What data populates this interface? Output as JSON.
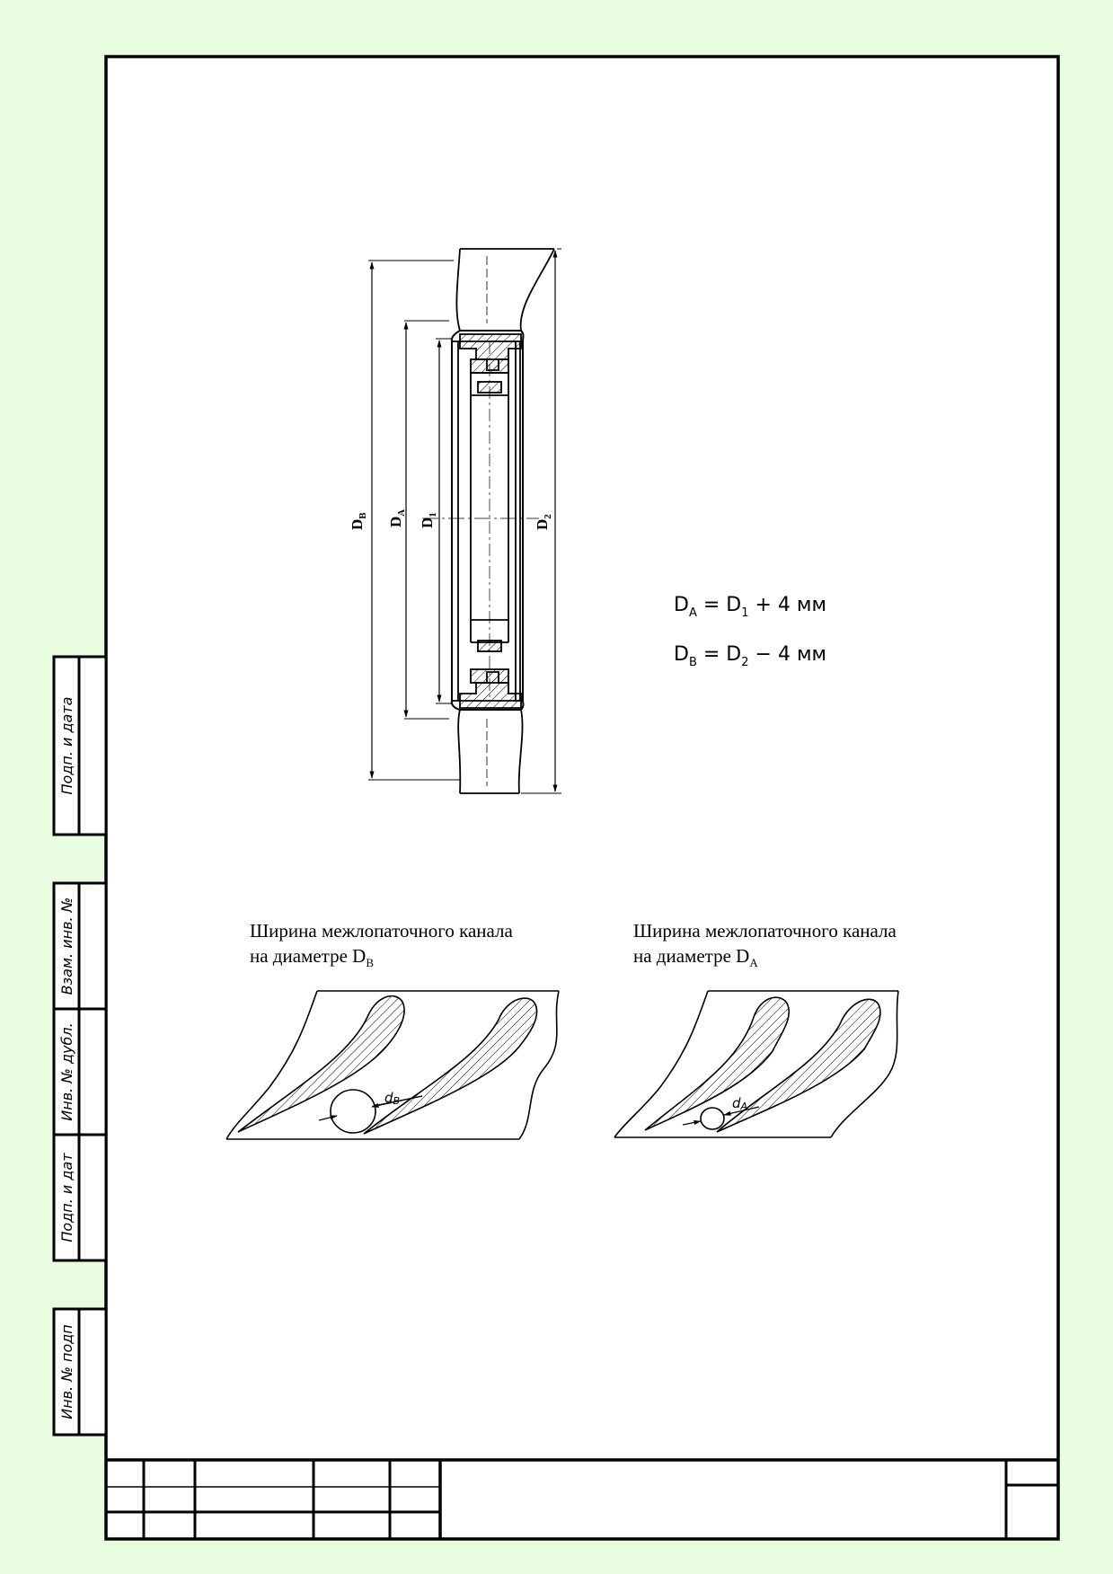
{
  "colors": {
    "background": "#e8fde0",
    "sheet": "#ffffff",
    "ink": "#000000"
  },
  "side_stamp": {
    "cells": [
      "Подп. и дата",
      "Взам. инв. №",
      "Инв. № дубл.",
      "Подп. и дат",
      "Инв. № подп"
    ]
  },
  "drawing": {
    "dims": {
      "db": "D",
      "db_sub": "В",
      "da": "D",
      "da_sub": "А",
      "d1": "D",
      "d1_sub": "1",
      "d2": "D",
      "d2_sub": "2"
    },
    "formula_a": {
      "lhs": "D",
      "lhs_sub": "А",
      "eq": " = D",
      "rhs_sub": "1",
      "tail": " + 4 мм"
    },
    "formula_b": {
      "lhs": "D",
      "lhs_sub": "В",
      "eq": " = D",
      "rhs_sub": "2",
      "tail": "  − 4 мм"
    }
  },
  "cascades": [
    {
      "line1": "Ширина межлопаточного канала",
      "line2": "на диаметре D",
      "sub": "В",
      "dim_label": "dB"
    },
    {
      "line1": "Ширина межлопаточного канала",
      "line2": "на диаметре  D",
      "sub": "А",
      "dim_label": "dA"
    }
  ]
}
